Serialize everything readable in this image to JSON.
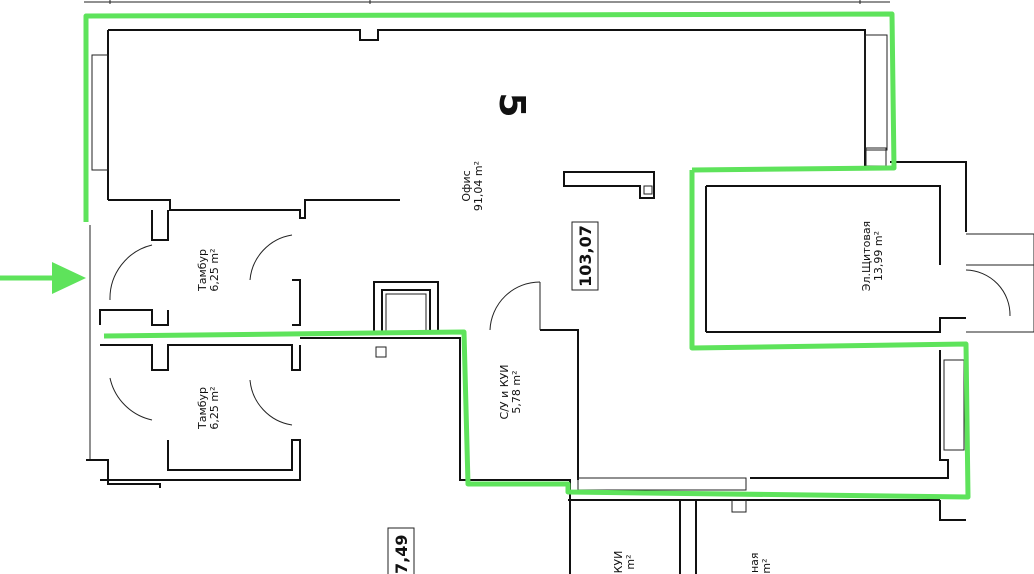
{
  "plan": {
    "section_number": "5",
    "rooms": [
      {
        "id": "office",
        "name": "Офис",
        "area": "91,04 m²"
      },
      {
        "id": "vest1",
        "name": "Тамбур",
        "area": "6,25 m²"
      },
      {
        "id": "vest2",
        "name": "Тамбур",
        "area": "6,25 m²"
      },
      {
        "id": "electrical",
        "name": "Эл.Щитовая",
        "area": "13,99 m²"
      },
      {
        "id": "wc",
        "name": "С/У и КУИ",
        "area": "5,78 m²"
      },
      {
        "id": "wc_cut",
        "name": "КУИ",
        "area": "m²"
      },
      {
        "id": "room_cut",
        "name": "чная",
        "area": "m²"
      }
    ],
    "unit_areas": [
      {
        "id": "unit-main",
        "value": "103,07"
      },
      {
        "id": "unit-lower",
        "value": "7,49"
      }
    ]
  },
  "colors": {
    "highlight": "#5ee35b",
    "wall": "#111111"
  },
  "icons": [
    "entrance-arrow-icon"
  ]
}
